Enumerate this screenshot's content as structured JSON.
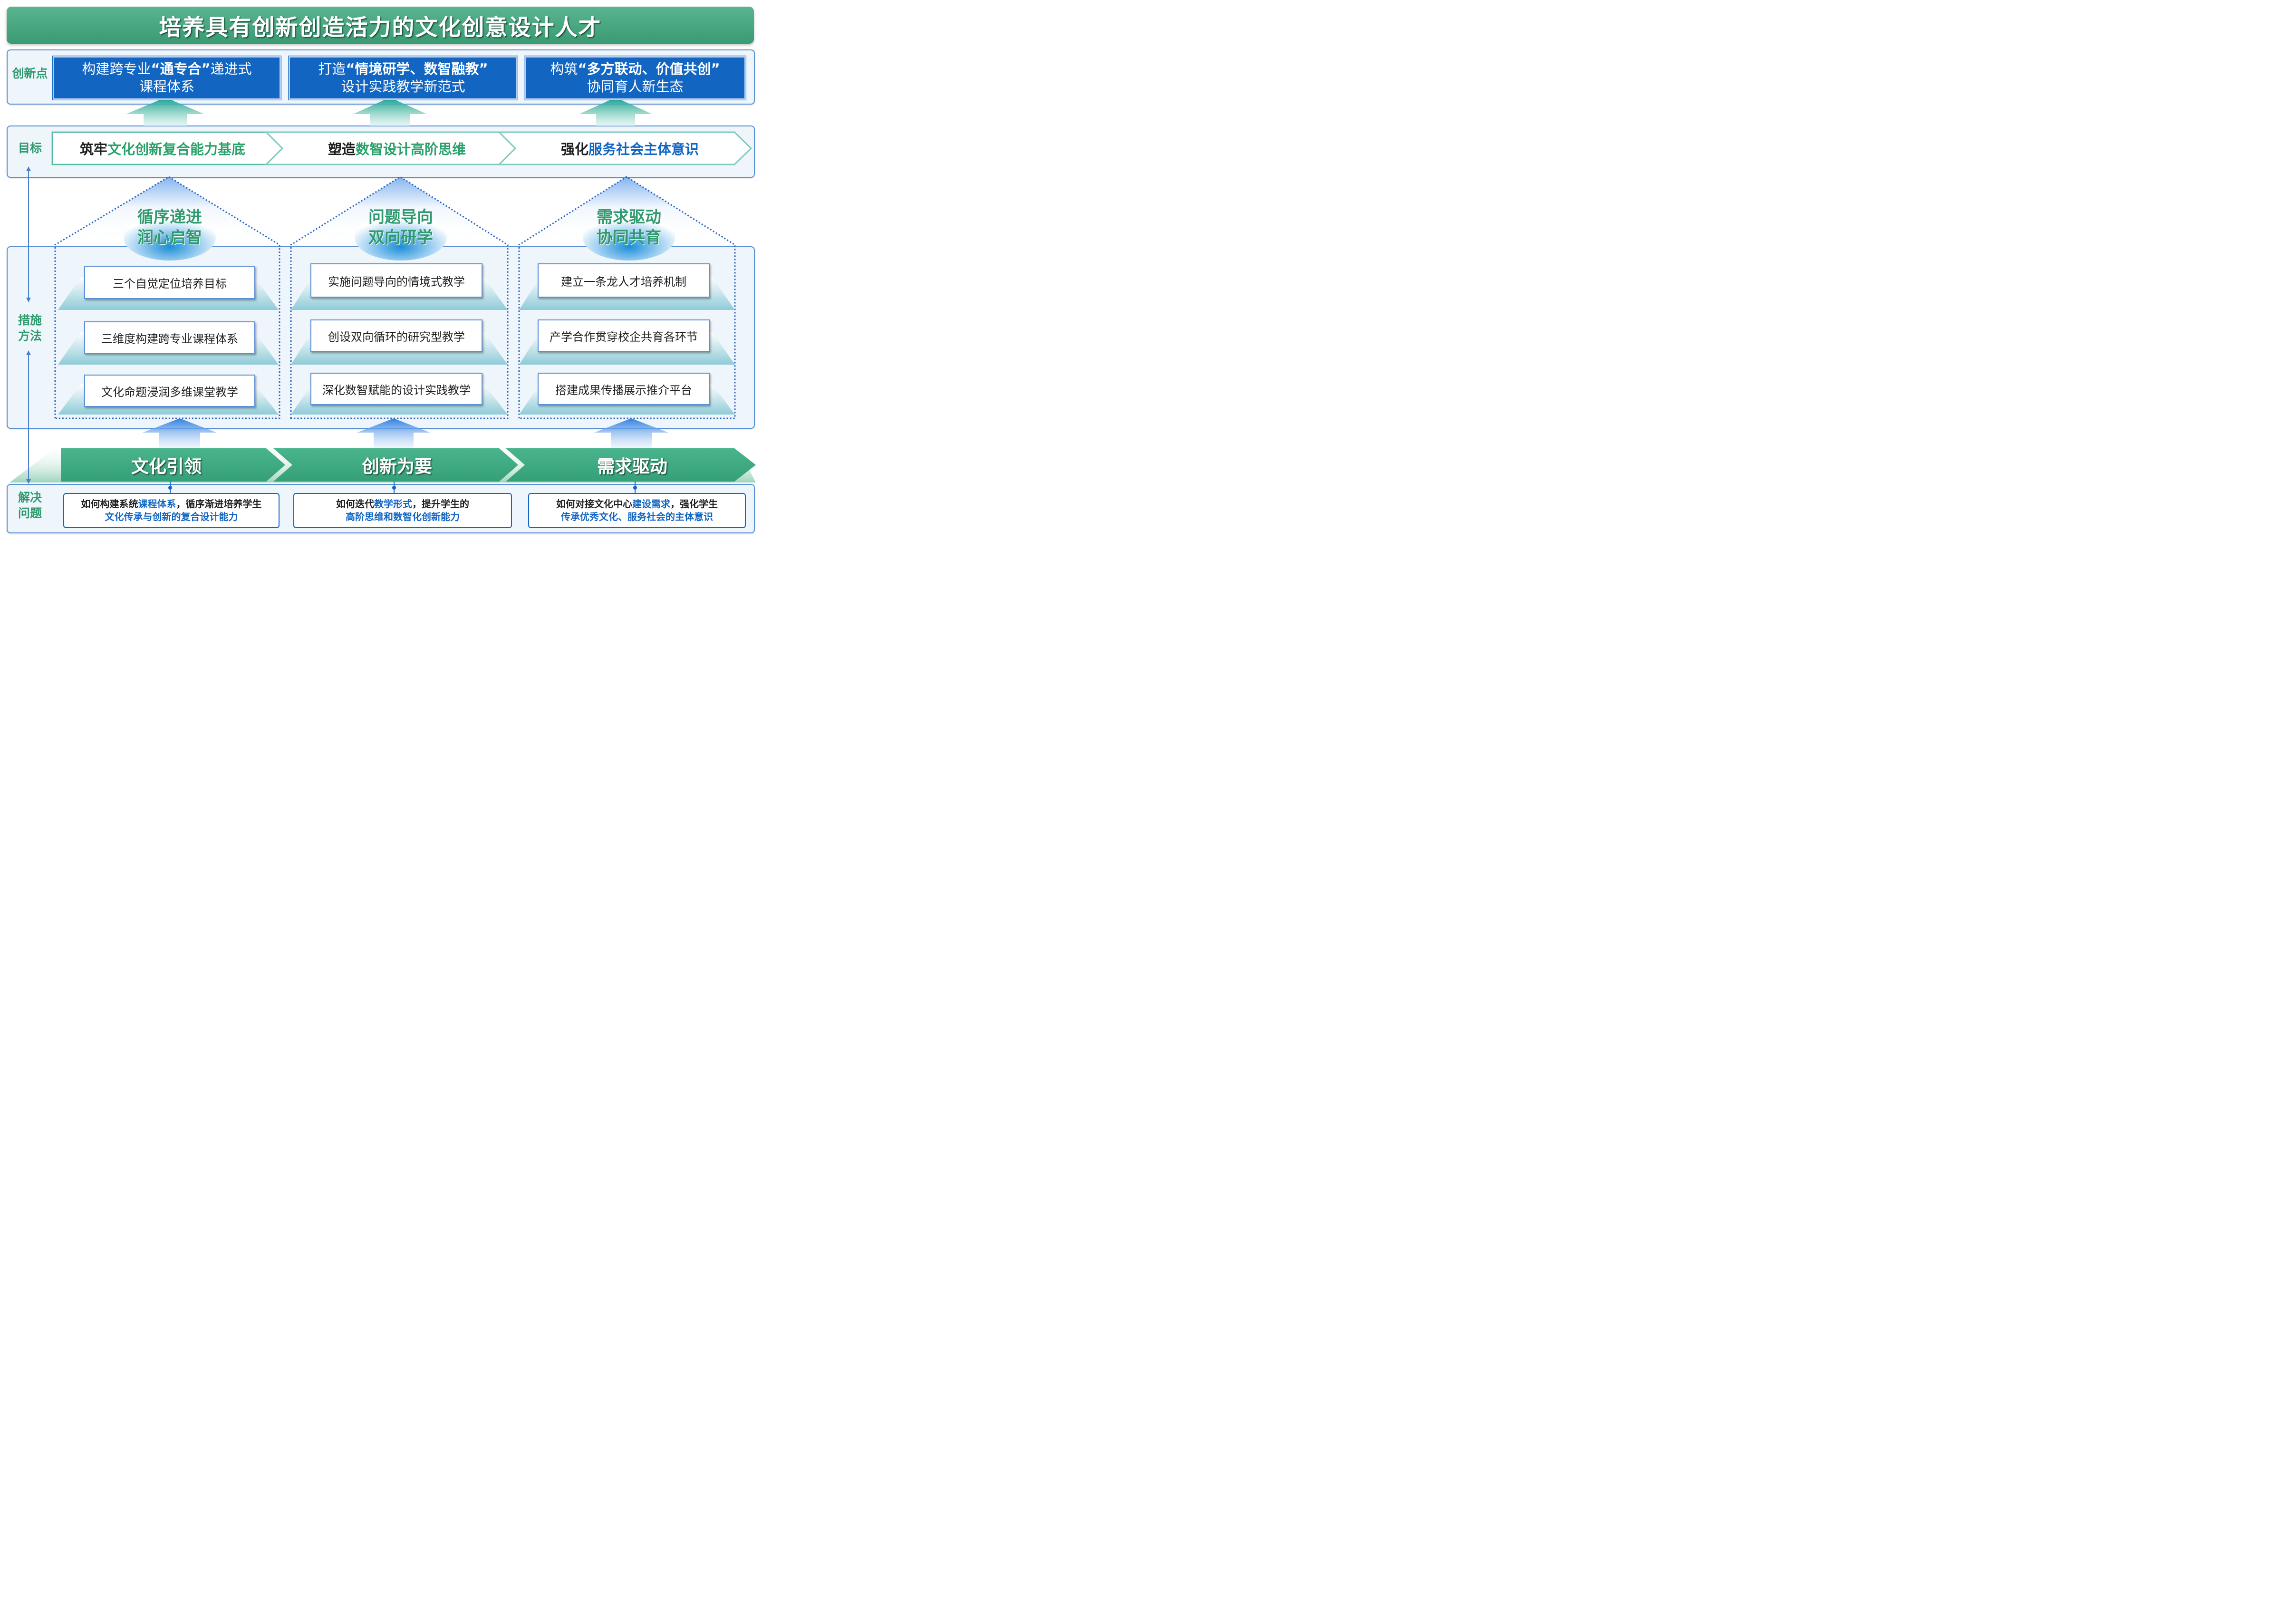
{
  "title": "培养具有创新创造活力的文化创意设计人才",
  "colors": {
    "green": "#3a9a73",
    "blue": "#1266c2",
    "panel_bg": "#eef5fb",
    "teal_arrow": "#18a08c"
  },
  "rows": {
    "innovation": "创新点",
    "goals": "目标",
    "measures_line1": "措施",
    "measures_line2": "方法",
    "problems_line1": "解决",
    "problems_line2": "问题"
  },
  "innovations": [
    {
      "pre": "构建跨专业",
      "hl": "“通专合”",
      "post": "递进式",
      "line2": "课程体系"
    },
    {
      "pre": "打造",
      "hl": "“情境研学、数智融教”",
      "post": "",
      "line2": "设计实践教学新范式"
    },
    {
      "pre": "构筑",
      "hl": "“多方联动、价值共创”",
      "post": "",
      "line2": "协同育人新生态"
    }
  ],
  "goals": [
    {
      "pre": "筑牢",
      "hl": "文化创新复合能力基底"
    },
    {
      "pre": "塑造",
      "hl": "数智设计高阶思维"
    },
    {
      "pre": "强化",
      "hl": "服务社会主体意识"
    }
  ],
  "pillars": [
    {
      "title1": "循序递进",
      "title2": "润心启智",
      "measures": [
        "三个自觉定位培养目标",
        "三维度构建跨专业课程体系",
        "文化命题浸润多维课堂教学"
      ]
    },
    {
      "title1": "问题导向",
      "title2": "双向研学",
      "measures": [
        "实施问题导向的情境式教学",
        "创设双向循环的研究型教学",
        "深化数智赋能的设计实践教学"
      ]
    },
    {
      "title1": "需求驱动",
      "title2": "协同共育",
      "measures": [
        "建立一条龙人才培养机制",
        "产学合作贯穿校企共育各环节",
        "搭建成果传播展示推介平台"
      ]
    }
  ],
  "principles": [
    "文化引领",
    "创新为要",
    "需求驱动"
  ],
  "problems": [
    {
      "l1_pre": "如何构建系统",
      "l1_hl": "课程体系",
      "l1_post": "，循序渐进培养学生",
      "l2": "文化传承与创新的复合设计能力"
    },
    {
      "l1_pre": "如何迭代",
      "l1_hl": "教学形式",
      "l1_post": "，提升学生的",
      "l2": "高阶思维和数智化创新能力"
    },
    {
      "l1_pre": "如何对接文化中心",
      "l1_hl": "建设需求",
      "l1_post": "，强化学生",
      "l2": "传承优秀文化、服务社会的主体意识"
    }
  ]
}
